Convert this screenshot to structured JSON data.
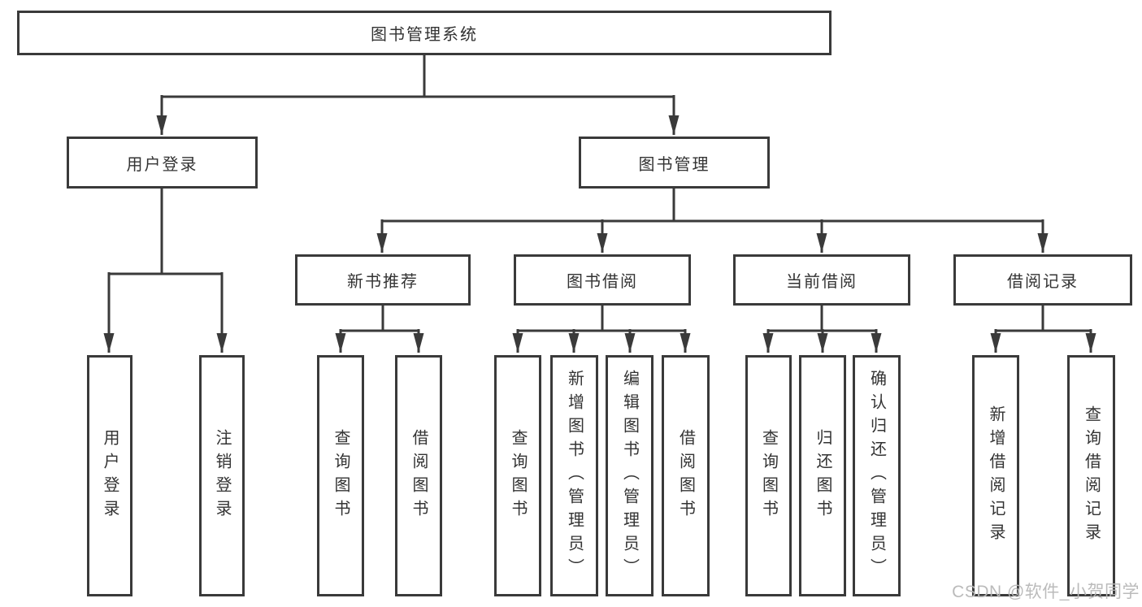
{
  "colors": {
    "line": "#3a3a3a",
    "box_border": "#3a3a3a",
    "text": "#333333",
    "watermark": "#b7b7b7",
    "background": "#ffffff"
  },
  "diagram": {
    "root": {
      "label": "图书管理系统"
    },
    "level1": [
      {
        "label": "用户登录",
        "children": [
          "用户登录",
          "注销登录"
        ]
      },
      {
        "label": "图书管理"
      }
    ],
    "level2": [
      {
        "label": "新书推荐",
        "children": [
          "查询图书",
          "借阅图书"
        ]
      },
      {
        "label": "图书借阅",
        "children": [
          "查询图书",
          "新增图书（管理员）",
          "编辑图书（管理员）",
          "借阅图书"
        ]
      },
      {
        "label": "当前借阅",
        "children": [
          "查询图书",
          "归还图书",
          "确认归还（管理员）"
        ]
      },
      {
        "label": "借阅记录",
        "children": [
          "新增借阅记录",
          "查询借阅记录"
        ]
      }
    ]
  },
  "watermark": {
    "text": "CSDN @软件_小贺同学"
  }
}
